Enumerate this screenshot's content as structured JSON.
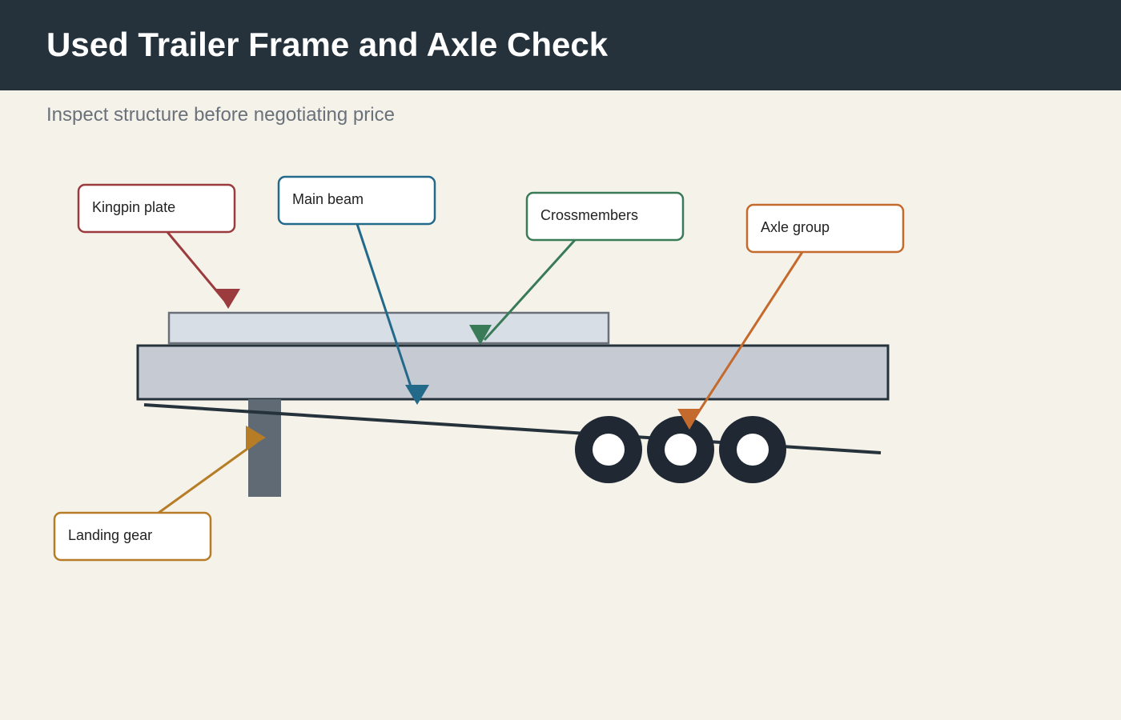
{
  "header": {
    "title": "Used Trailer Frame and Axle Check",
    "subtitle": "Inspect structure before negotiating price"
  },
  "colors": {
    "header_bg": "#25323b",
    "page_bg": "#f5f2ea",
    "kingpin_plate": "#9b3b3d",
    "main_beam": "#22698a",
    "crossmembers": "#397a57",
    "axle_group": "#c46a2c",
    "landing_gear": "#b67d26",
    "frame_fill": "#c6cbd3",
    "deck_fill": "#d8dee6",
    "tire": "#1f2833"
  },
  "callouts": [
    {
      "id": "kingpin-plate",
      "label": "Kingpin plate"
    },
    {
      "id": "main-beam",
      "label": "Main beam"
    },
    {
      "id": "crossmembers",
      "label": "Crossmembers"
    },
    {
      "id": "axle-group",
      "label": "Axle group"
    },
    {
      "id": "landing-gear",
      "label": "Landing gear"
    }
  ]
}
